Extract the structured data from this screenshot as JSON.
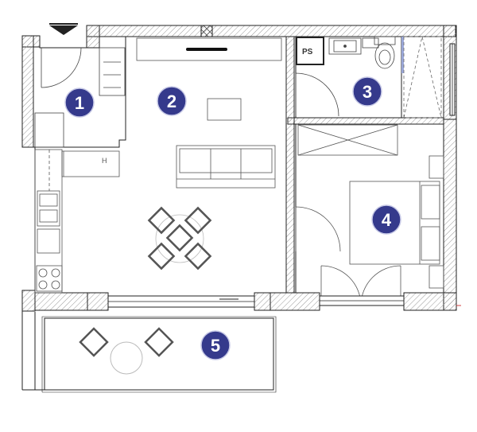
{
  "plan": {
    "rooms": [
      {
        "number": "1",
        "name": "hallway"
      },
      {
        "number": "2",
        "name": "living-room-kitchen"
      },
      {
        "number": "3",
        "name": "bathroom"
      },
      {
        "number": "4",
        "name": "bedroom"
      },
      {
        "number": "5",
        "name": "balcony"
      }
    ],
    "ps_label": "PS",
    "hob_label": "H",
    "colors": {
      "badge": "#353a8c",
      "wall_hatch": "#9a9a9a",
      "line": "#222222",
      "furniture": "#555555"
    }
  }
}
